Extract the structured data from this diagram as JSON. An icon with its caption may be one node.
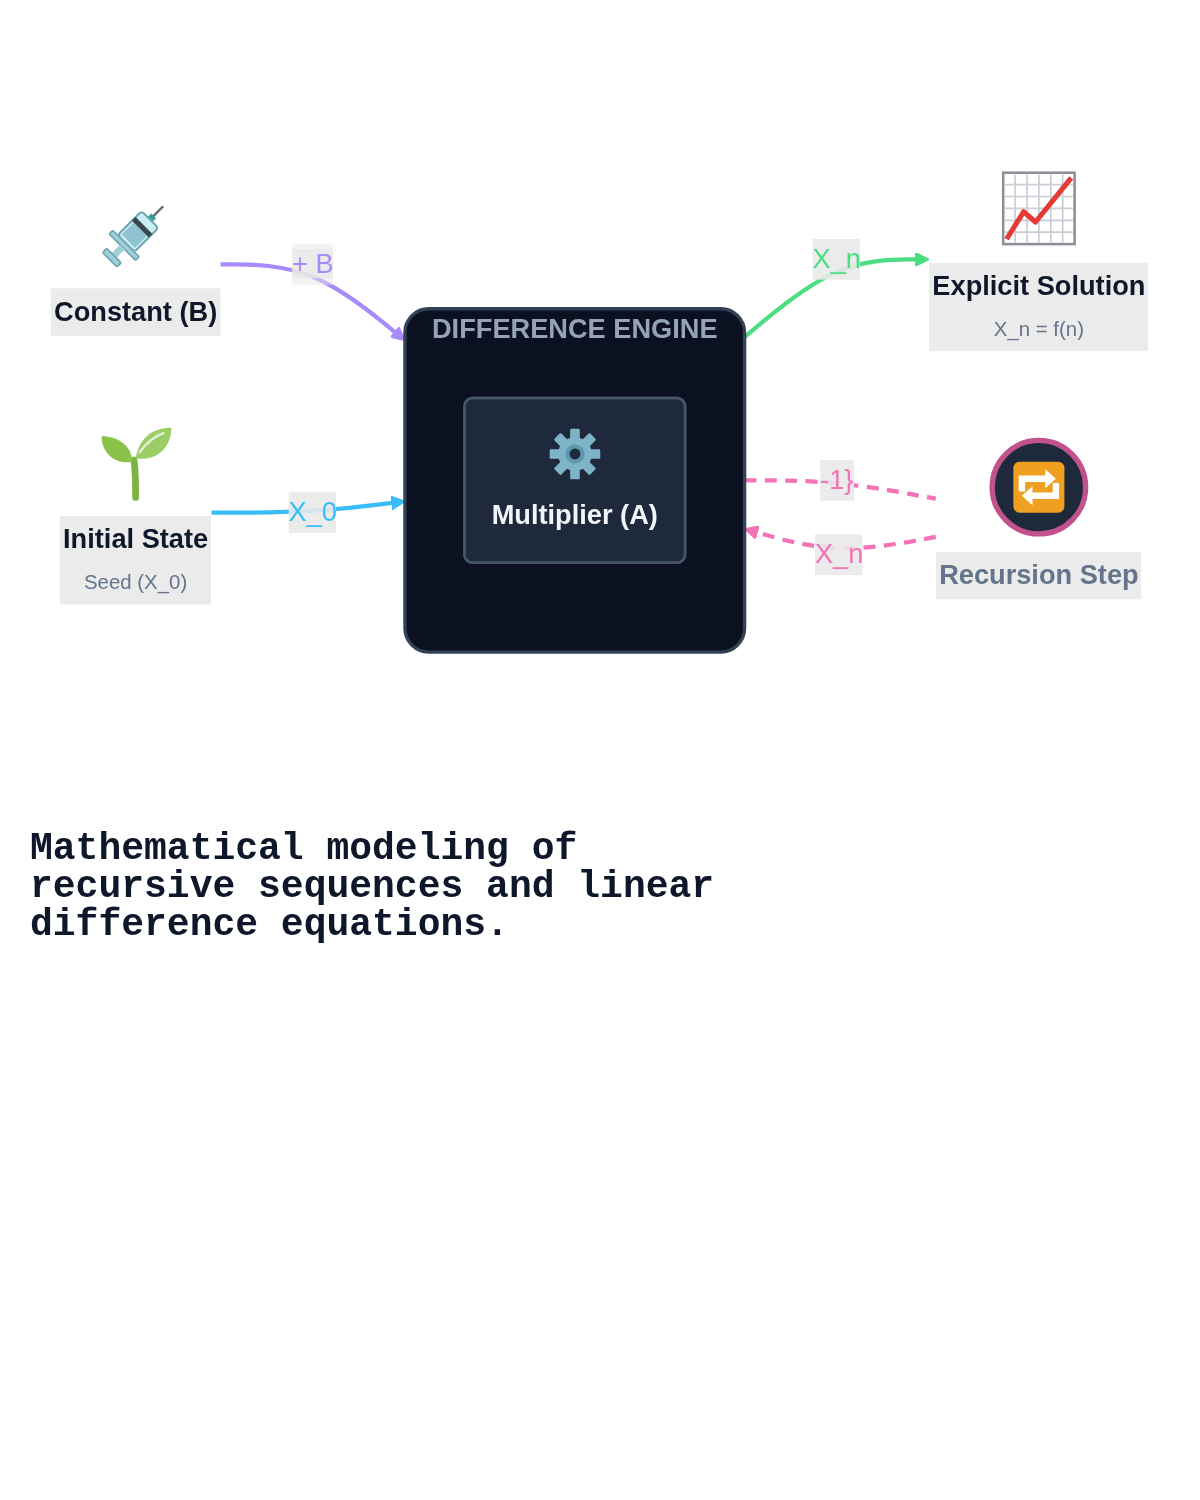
{
  "diagram": {
    "title": "Mathematical modeling of recursive sequences and linear difference equations.",
    "nodes": [
      {
        "text": [
          "Constant (B)"
        ]
      },
      {
        "text": [
          "Initial State",
          "Seed (X_0)"
        ]
      },
      {
        "text": [
          "DIFFERENCE ENGINE"
        ]
      },
      {
        "text": [
          "Multiplier (A)"
        ],
        "in": 2
      },
      {
        "text": [
          "Explicit Solution",
          "X_n = f(n)"
        ]
      },
      {
        "text": [
          "Recursion Step"
        ]
      }
    ],
    "edges": [
      {
        "from": 0,
        "to": 2,
        "arrow": "to",
        "label": "+ B",
        "color": "#a78bfa"
      },
      {
        "from": 1,
        "to": 2,
        "arrow": "to",
        "label": "X_0",
        "color": "#38bdf8"
      },
      {
        "from": 2,
        "to": 4,
        "arrow": "to",
        "label": "X_n",
        "color": "#4ade80"
      },
      {
        "from": 2,
        "to": 5,
        "arrow": "none",
        "label": "-1}",
        "style": "dashed",
        "color": "#f472b6"
      },
      {
        "from": 5,
        "to": 2,
        "arrow": "to",
        "label": "X_n",
        "style": "dashed",
        "color": "#f472b6"
      }
    ]
  }
}
